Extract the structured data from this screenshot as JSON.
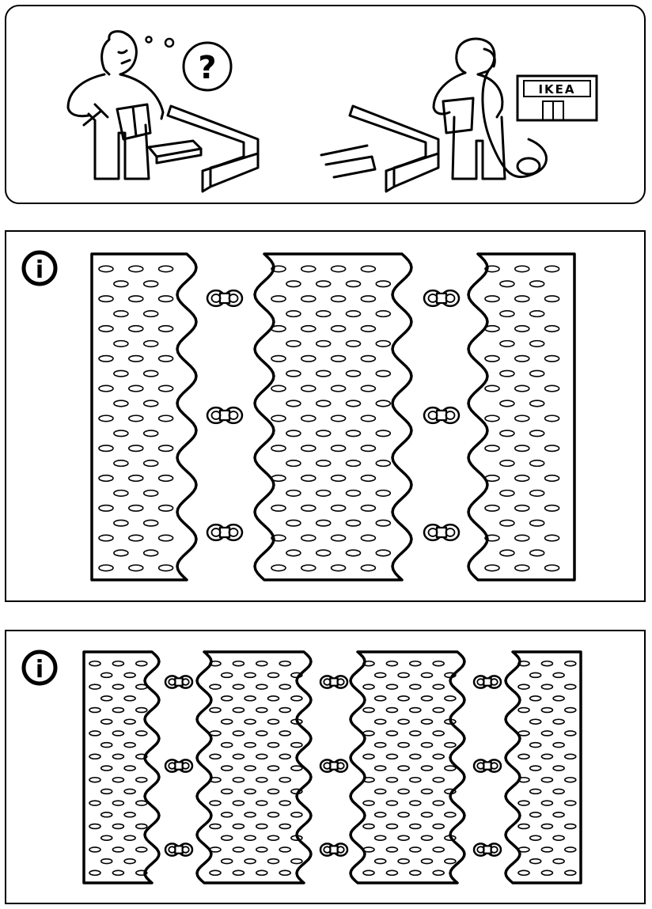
{
  "header": {
    "question_mark": "?",
    "store_sign": "IKEA"
  },
  "info_icons": {
    "glyph": "i"
  },
  "illustrations": {
    "panel_1": {
      "boards": 3,
      "connector_columns": 2,
      "connectors_per_column": 3
    },
    "panel_2": {
      "boards": 4,
      "connector_columns": 3,
      "connectors_per_column": 3
    }
  },
  "colors": {
    "ink": "#000000",
    "paper": "#ffffff"
  },
  "icons": [
    "confused-man-icon",
    "thought-bubble-icon",
    "boards-icon",
    "phone-man-icon",
    "store-icon",
    "info-icon",
    "connector-clip-icon"
  ]
}
